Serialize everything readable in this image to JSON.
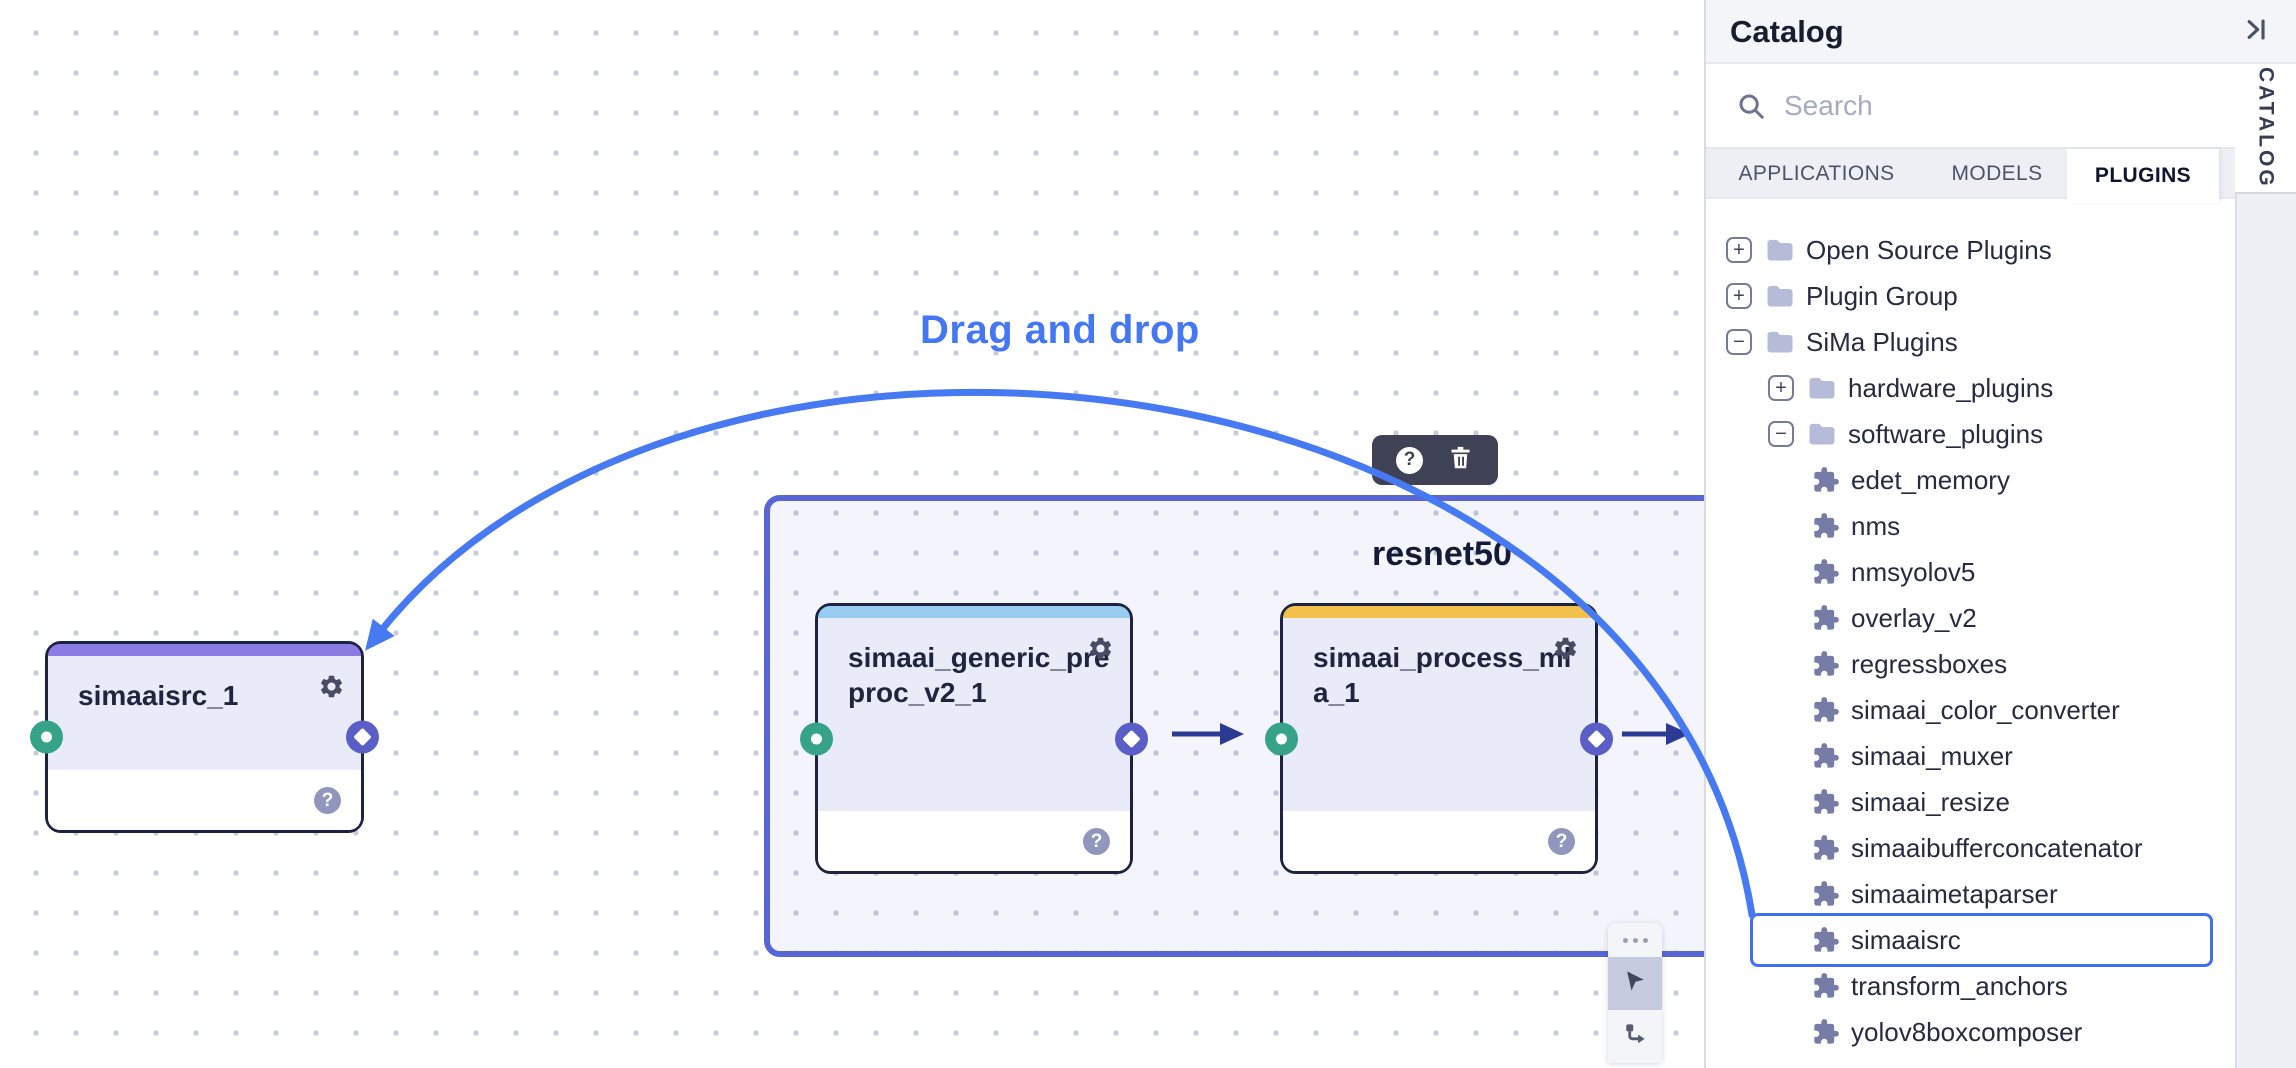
{
  "canvas": {
    "drag_hint": "Drag and drop",
    "group": {
      "label": "resnet50"
    },
    "nodes": [
      {
        "label": "simaaisrc_1",
        "accent": "#8C7BE3"
      },
      {
        "label": "simaai_generic_preproc_v2_1",
        "accent": "#97CBF0"
      },
      {
        "label": "simaai_process_mla_1",
        "accent": "#F2C14C"
      }
    ],
    "node_badge": "?",
    "hover_toolbar": {
      "help_label": "?",
      "icons": [
        "question-circle",
        "trash"
      ]
    },
    "palette": {
      "tools": [
        "drag-handle",
        "pointer-tool",
        "connector-tool"
      ],
      "selected": "pointer-tool"
    }
  },
  "catalog": {
    "title": "Catalog",
    "side_tab_label": "CATALOG",
    "search": {
      "placeholder": "Search",
      "value": ""
    },
    "tabs": [
      {
        "label": "APPLICATIONS",
        "active": false
      },
      {
        "label": "MODELS",
        "active": false
      },
      {
        "label": "PLUGINS",
        "active": true
      }
    ],
    "tree": [
      {
        "label": "Open Source Plugins",
        "depth": 0,
        "type": "folder",
        "expander": "+",
        "selected": false
      },
      {
        "label": "Plugin Group",
        "depth": 0,
        "type": "folder",
        "expander": "+",
        "selected": false
      },
      {
        "label": "SiMa Plugins",
        "depth": 0,
        "type": "folder",
        "expander": "−",
        "selected": false
      },
      {
        "label": "hardware_plugins",
        "depth": 1,
        "type": "folder",
        "expander": "+",
        "selected": false
      },
      {
        "label": "software_plugins",
        "depth": 1,
        "type": "folder",
        "expander": "−",
        "selected": false
      },
      {
        "label": "edet_memory",
        "depth": 2,
        "type": "plugin",
        "expander": null,
        "selected": false
      },
      {
        "label": "nms",
        "depth": 2,
        "type": "plugin",
        "expander": null,
        "selected": false
      },
      {
        "label": "nmsyolov5",
        "depth": 2,
        "type": "plugin",
        "expander": null,
        "selected": false
      },
      {
        "label": "overlay_v2",
        "depth": 2,
        "type": "plugin",
        "expander": null,
        "selected": false
      },
      {
        "label": "regressboxes",
        "depth": 2,
        "type": "plugin",
        "expander": null,
        "selected": false
      },
      {
        "label": "simaai_color_converter",
        "depth": 2,
        "type": "plugin",
        "expander": null,
        "selected": false
      },
      {
        "label": "simaai_muxer",
        "depth": 2,
        "type": "plugin",
        "expander": null,
        "selected": false
      },
      {
        "label": "simaai_resize",
        "depth": 2,
        "type": "plugin",
        "expander": null,
        "selected": false
      },
      {
        "label": "simaaibufferconcatenator",
        "depth": 2,
        "type": "plugin",
        "expander": null,
        "selected": false
      },
      {
        "label": "simaaimetaparser",
        "depth": 2,
        "type": "plugin",
        "expander": null,
        "selected": false
      },
      {
        "label": "simaaisrc",
        "depth": 2,
        "type": "plugin",
        "expander": null,
        "selected": true
      },
      {
        "label": "transform_anchors",
        "depth": 2,
        "type": "plugin",
        "expander": null,
        "selected": false
      },
      {
        "label": "yolov8boxcomposer",
        "depth": 2,
        "type": "plugin",
        "expander": null,
        "selected": false
      }
    ]
  },
  "icons": {
    "search": "magnifier",
    "collapse_panel": "chevron-right-with-bar",
    "folder": "folder",
    "plugin": "puzzle-piece",
    "settings": "gear",
    "help": "question-circle",
    "delete": "trash",
    "input_port": "green-circle-dot",
    "output_port": "purple-circle-diamond",
    "pointer_tool": "cursor-arrow",
    "connector_tool": "elbow-arrow",
    "drag_handle": "ellipsis"
  },
  "colors": {
    "accent_blue": "#4679F2",
    "group_border": "#5865D6",
    "node_border": "#1C2240",
    "connector_arrow": "#2C3A94",
    "port_in": "#36A287",
    "port_out": "#5A5EC6",
    "strip_purple": "#8C7BE3",
    "strip_blue": "#97CBF0",
    "strip_amber": "#F2C14C",
    "toolbar_dark": "#3E4254",
    "selection": "#4170EE"
  }
}
